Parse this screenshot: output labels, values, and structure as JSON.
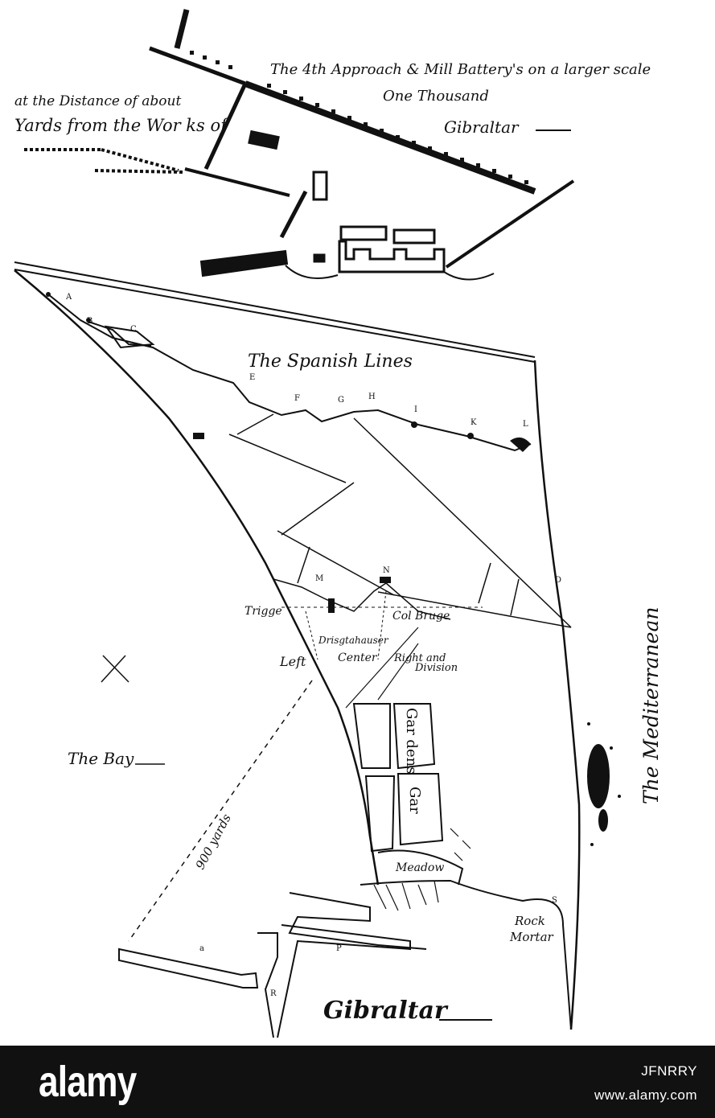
{
  "inset": {
    "heading_line1": "The 4th Approach & Mill Battery's on a larger scale",
    "heading_line2": "One Thousand",
    "left_line1": "at the Distance of about",
    "left_line2": "Yards from the Wor  ks of",
    "right_word": "Gibraltar"
  },
  "map": {
    "spanish_lines": "The Spanish Lines",
    "mediterranean": "The Mediterranean",
    "bay": "The Bay",
    "distance": "900 yards",
    "gardens_top": "Gar dens",
    "gardens_bottom": "Gar",
    "meadow": "Meadow",
    "rock_mortar_1": "Rock",
    "rock_mortar_2": "Mortar",
    "gibraltar": "Gibraltar",
    "trigge": "Trigge",
    "colbruge": "Col Bruge",
    "division_line": "Drisgtahauser",
    "left": "Left",
    "center": "Center",
    "right_division_1": "Right and",
    "right_division_2": "Division",
    "letters": [
      "A",
      "B",
      "C",
      "E",
      "F",
      "G",
      "H",
      "I",
      "K",
      "L",
      "M",
      "N",
      "D",
      "a",
      "P",
      "R",
      "S"
    ]
  },
  "footer": {
    "logo": "alamy",
    "image_id": "JFNRRY",
    "site": "www.alamy.com"
  },
  "colors": {
    "ink": "#111111",
    "paper": "#ffffff",
    "band": "#111111"
  }
}
